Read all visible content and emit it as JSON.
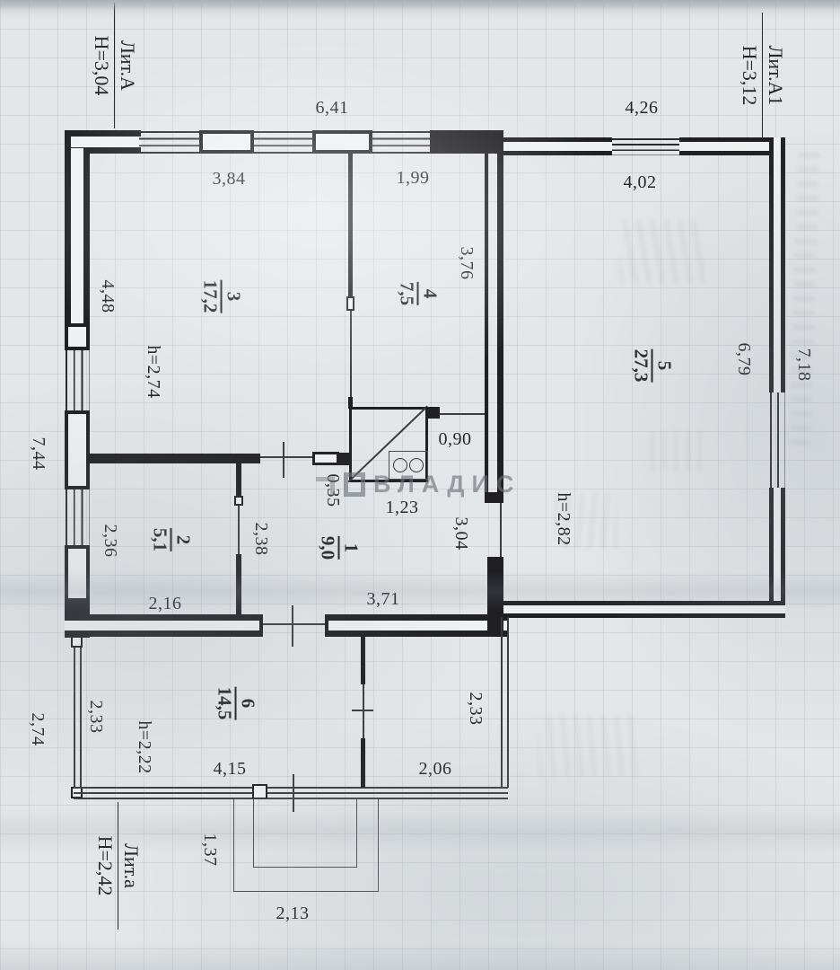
{
  "plan": {
    "buildings": {
      "litA": {
        "label": "Лит.А",
        "height": "Н=3,04"
      },
      "litA1": {
        "label": "Лит.А1",
        "height": "Н=3,12"
      },
      "lita": {
        "label": "Лит.а",
        "height": "Н=2,42"
      }
    },
    "rooms": {
      "r1": {
        "num": "1",
        "area": "9,0"
      },
      "r2": {
        "num": "2",
        "area": "5,1"
      },
      "r3": {
        "num": "3",
        "area": "17,2"
      },
      "r4": {
        "num": "4",
        "area": "7,5"
      },
      "r5": {
        "num": "5",
        "area": "27,3"
      },
      "r6": {
        "num": "6",
        "area": "14,5"
      }
    },
    "ceiling_heights": {
      "h274": "h=2,74",
      "h282": "h=2,82",
      "h222": "h=2,22"
    },
    "dimensions": {
      "d641": "6,41",
      "d426": "4,26",
      "d384": "3,84",
      "d199": "1,99",
      "d402": "4,02",
      "d448": "4,48",
      "d744": "7,44",
      "d236": "2,36",
      "d376": "3,76",
      "d679": "6,79",
      "d718": "7,18",
      "d090": "0,90",
      "d123": "1,23",
      "d035": "0,35",
      "d238": "2,38",
      "d304": "3,04",
      "d216": "2,16",
      "d371": "3,71",
      "d233l": "2,33",
      "d274": "2,74",
      "d233r": "2,33",
      "d415": "4,15",
      "d206": "2,06",
      "d137": "1,37",
      "d213": "2,13"
    },
    "watermark": {
      "text": "ВЛАДИС"
    }
  }
}
